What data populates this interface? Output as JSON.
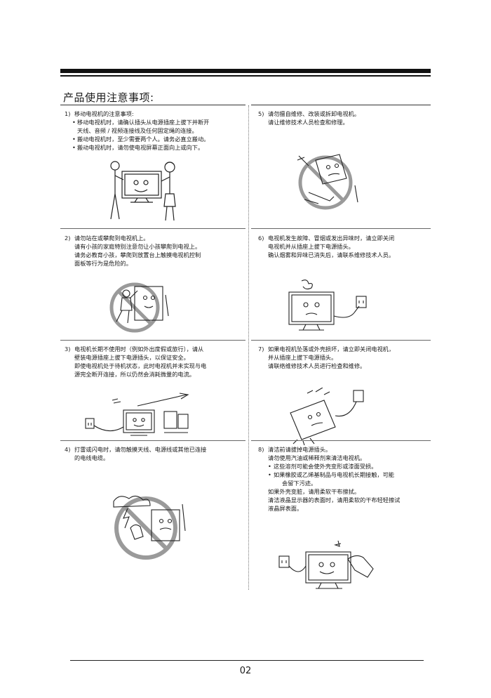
{
  "page": {
    "title": "产品使用注意事项:",
    "page_number": "02"
  },
  "sections": {
    "s1": {
      "num": "1)",
      "title": "移动电视机的注意事项:",
      "bullets": [
        "移动电视机时，请确认插头从电源插座上拔下并断开",
        "天线、音频 / 视频连接线及任何固定绳的连接。",
        "搬动电视机时，至少需要两个人。请务必直立搬动。",
        "搬动电视机时，请勿使电视屏幕正面向上或向下。"
      ]
    },
    "s2": {
      "num": "2)",
      "title": "请勿站在或攀爬到电视机上。",
      "lines": [
        "请有小孩的家庭特别注意勿让小孩攀爬到电视上。",
        "请务必教育小孩，攀爬到放置台上触摸电视机控制",
        "面板等行为是危险的。"
      ]
    },
    "s3": {
      "num": "3)",
      "title": "电视机长期不使用时（例如外出度假或旅行），请从",
      "lines": [
        "壁装电源插座上拔下电源插头，以保证安全。",
        "即使电视机处于待机状态，此时电视机并未实现与电",
        "源完全断开连接，所以仍然会消耗微量的电流。"
      ]
    },
    "s4": {
      "num": "4)",
      "title": "打雷或闪电时，请勿触摸天线、电源线或其他已连接",
      "lines": [
        "的电线电缆。"
      ]
    },
    "s5": {
      "num": "5)",
      "title": "请勿擅自维修、改装或拆卸电视机。",
      "lines": [
        "请让维修技术人员检查和修理。"
      ]
    },
    "s6": {
      "num": "6)",
      "title": "电视机发生故障、冒烟或发出异味时，请立即关闭",
      "lines": [
        "电视机并从插座上拔下电源插头。",
        "确认烟雾和异味已消失后，请联系维修技术人员。"
      ]
    },
    "s7": {
      "num": "7)",
      "title": "如果电视机坠落或外壳损坏，请立即关闭电视机，",
      "lines": [
        "并从插座上拔下电源插头。",
        "请联络维修技术人员进行检查和维修。"
      ]
    },
    "s8": {
      "num": "8)",
      "title": "清洁前请拔掉电源插头。",
      "line1": "请勿使用汽油或稀释剂来清洁电视机。",
      "bullet1": "这些溶剂可能会使外壳变形或漆面受损。",
      "bullet2": "如果橡胶或乙烯基制品与电视机长期接触，可能",
      "bullet2_cont": "会留下污迹。",
      "lines_after": [
        "如果外壳变脏，请用柔软干布擦拭。",
        "清洁液晶显示器的表面时，请用柔软的干布轻轻擦试",
        "液晶屏表面。"
      ]
    }
  }
}
